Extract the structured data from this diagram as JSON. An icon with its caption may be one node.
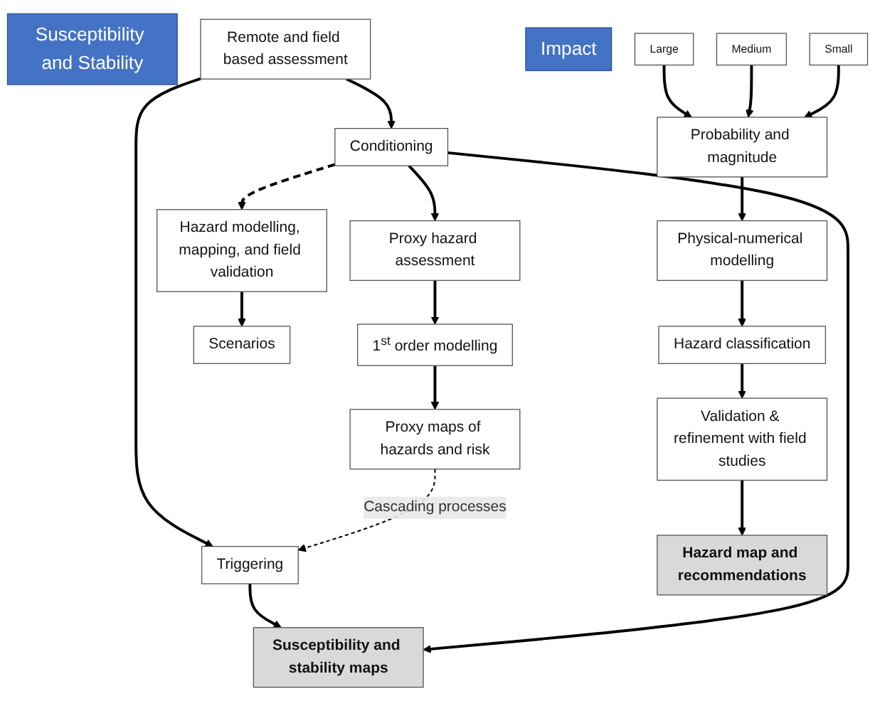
{
  "diagram": {
    "nodes": [
      {
        "text": [
          "Susceptibility and Stability"
        ]
      },
      {
        "text": [
          "Remote and field based assessment"
        ]
      },
      {
        "text": [
          "Triggering"
        ]
      },
      {
        "text": [
          "Conditioning"
        ]
      },
      {
        "text": [
          "Susceptibility and stability maps"
        ]
      },
      {
        "text": [
          "Proxy hazard assessment"
        ]
      },
      {
        "text": [
          "1$^{st}$ order modelling"
        ]
      },
      {
        "text": [
          "Proxy maps of hazards and risk"
        ]
      },
      {
        "text": [
          "Impact"
        ]
      },
      {
        "text": [
          "Hazard modelling, mapping, and field validation"
        ]
      },
      {
        "text": [
          "Scenarios"
        ]
      },
      {
        "text": [
          "Large"
        ]
      },
      {
        "text": [
          "Medium"
        ]
      },
      {
        "text": [
          "Small"
        ]
      },
      {
        "text": [
          "Probability and magnitude"
        ]
      },
      {
        "text": [
          "Physical-numerical modelling"
        ]
      },
      {
        "text": [
          "Hazard classification"
        ]
      },
      {
        "text": [
          "Validation & refinement with field studies"
        ]
      },
      {
        "text": [
          "Hazard map and recommendations"
        ]
      }
    ],
    "edges": [
      {
        "from": 1,
        "to": 2,
        "arrow": "to"
      },
      {
        "from": 1,
        "to": 3,
        "arrow": "to"
      },
      {
        "from": 2,
        "to": 4,
        "arrow": "to"
      },
      {
        "from": 3,
        "to": 4,
        "arrow": "to"
      },
      {
        "from": 3,
        "to": 5,
        "arrow": "to"
      },
      {
        "from": 3,
        "to": 9,
        "arrow": "to",
        "style": "dashed"
      },
      {
        "from": 5,
        "to": 6,
        "arrow": "to"
      },
      {
        "from": 6,
        "to": 7,
        "arrow": "to"
      },
      {
        "from": 7,
        "to": 2,
        "arrow": "to",
        "label": "Cascading processes",
        "style": "dashed"
      },
      {
        "from": 9,
        "to": 10,
        "arrow": "to"
      },
      {
        "from": 11,
        "to": 14,
        "arrow": "to"
      },
      {
        "from": 12,
        "to": 14,
        "arrow": "to"
      },
      {
        "from": 13,
        "to": 14,
        "arrow": "to"
      },
      {
        "from": 14,
        "to": 15,
        "arrow": "to"
      },
      {
        "from": 15,
        "to": 16,
        "arrow": "to"
      },
      {
        "from": 16,
        "to": 17,
        "arrow": "to"
      },
      {
        "from": 17,
        "to": 18,
        "arrow": "to"
      }
    ]
  }
}
